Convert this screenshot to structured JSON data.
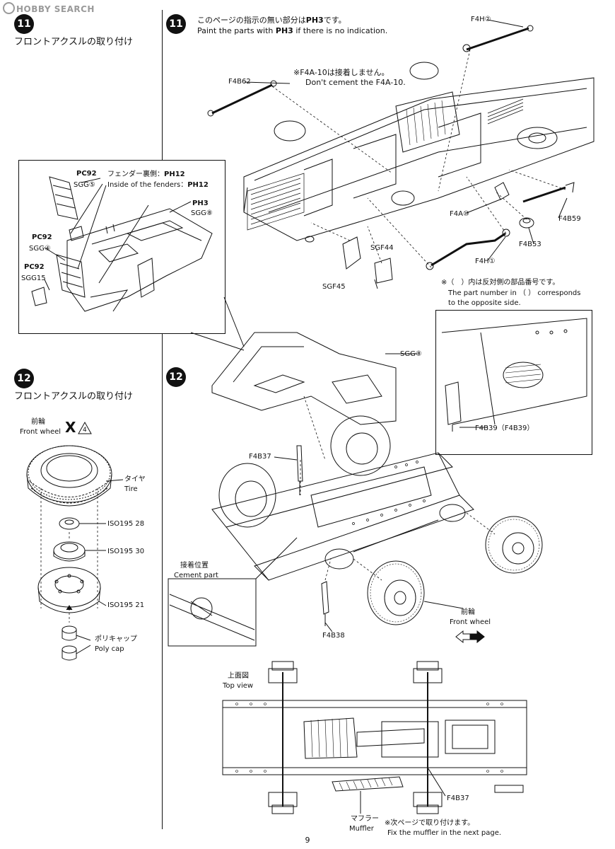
{
  "watermark": "HOBBY SEARCH",
  "page_number": "9",
  "step11": {
    "number": "11",
    "title": "フロントアクスルの取り付け",
    "note_jp": "このページの指示の無い部分は",
    "note_jp_code": "PH3",
    "note_jp_end": "です。",
    "note_en": "Paint the parts with",
    "note_en_code": "PH3",
    "note_en_end": "if there is no indication.",
    "warn_jp": "※F4A-10は接着しません。",
    "warn_en": "Don't cement the F4A-10.",
    "opposite_jp": "※（　）内は反対側の部品番号です。",
    "opposite_en1": "The part number in （ ） corresponds",
    "opposite_en2": "to the opposite side.",
    "parts": [
      "F4H②",
      "F4B62",
      "F4A⑩",
      "F4B59",
      "F4B53",
      "F4H①",
      "SGF44",
      "SGF45"
    ]
  },
  "fender_inset": {
    "pc92_a": "PC92",
    "sgg5": "SGG⑤",
    "fender_jp": "フェンダー裏側：",
    "fender_jp_code": "PH12",
    "fender_en": "Inside of the fenders：",
    "fender_en_code": "PH12",
    "ph3": "PH3",
    "sgg8": "SGG⑧",
    "pc92_b": "PC92",
    "sgg4": "SGG④",
    "pc92_c": "PC92",
    "sgg15": "SGG15"
  },
  "step12": {
    "number": "12",
    "title": "フロントアクスルの取り付け",
    "front_wheel_jp": "前輪",
    "front_wheel_en": "Front wheel",
    "qty": "X",
    "qty_count": "4",
    "tire_jp": "タイヤ",
    "tire_en": "Tire",
    "iso28": "ISO195 28",
    "iso30": "ISO195 30",
    "iso21": "ISO195 21",
    "polycap_jp": "ポリキャップ",
    "polycap_en": "Poly cap",
    "sgg8": "SGG⑧",
    "f4b37": "F4B37",
    "f4b39": "F4B39（F4B39）",
    "cement_jp": "接着位置",
    "cement_en": "Cement part",
    "f4b38": "F4B38",
    "front_wheel2_jp": "前輪",
    "front_wheel2_en": "Front wheel",
    "topview_jp": "上面図",
    "topview_en": "Top view",
    "f4b37_b": "F4B37",
    "muffler_jp": "マフラー",
    "muffler_en": "Muffler",
    "next_jp": "※次ページで取り付けます。",
    "next_en": "Fix the muffler in the next page."
  }
}
